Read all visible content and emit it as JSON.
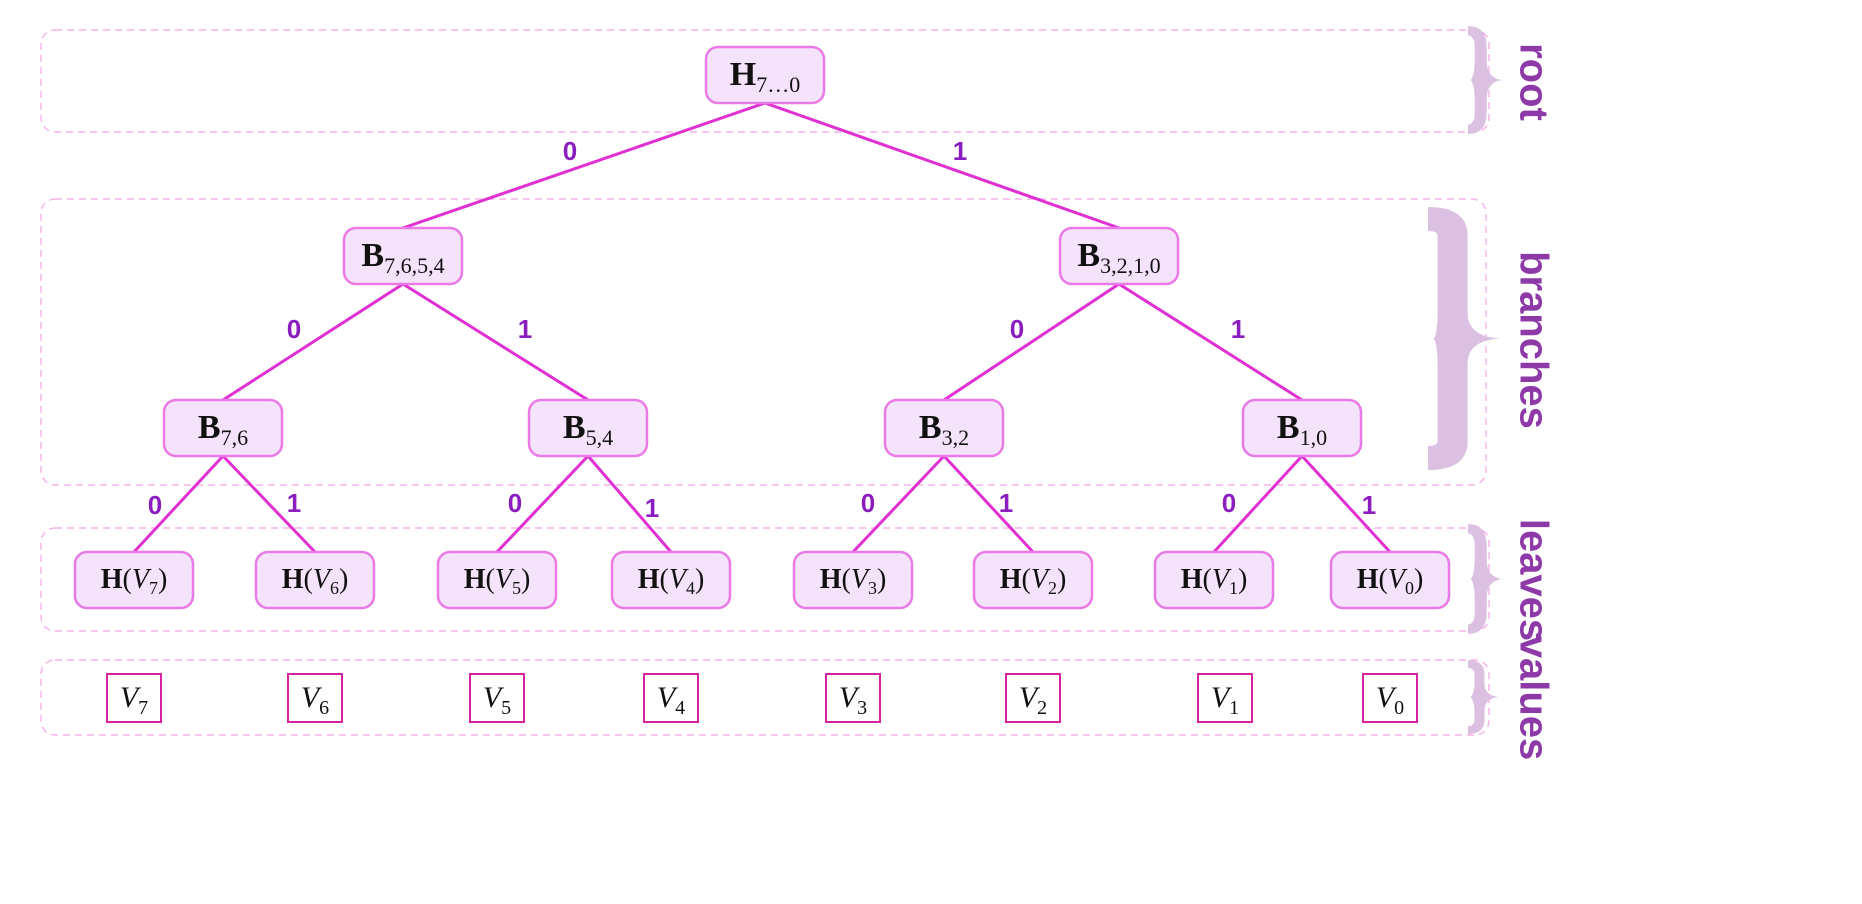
{
  "colors": {
    "node_fill": "#f5e2fb",
    "node_stroke": "#e97ae6",
    "edge": "#e02fd3",
    "edge_label": "#8a1cc0",
    "band_stroke": "#f5b2e8",
    "brace": "#dcc0e2",
    "level_label": "#8d3aa8",
    "value_stroke": "#d6229f"
  },
  "levels": [
    {
      "id": "root",
      "label": "root"
    },
    {
      "id": "branches",
      "label": "branches"
    },
    {
      "id": "leaves",
      "label": "leaves"
    },
    {
      "id": "values",
      "label": "values"
    }
  ],
  "nodes": {
    "root": {
      "kind": "hash",
      "letter": "H",
      "sub": "7…0"
    },
    "b7654": {
      "kind": "hash",
      "letter": "B",
      "sub": "7,6,5,4"
    },
    "b3210": {
      "kind": "hash",
      "letter": "B",
      "sub": "3,2,1,0"
    },
    "b76": {
      "kind": "hash",
      "letter": "B",
      "sub": "7,6"
    },
    "b54": {
      "kind": "hash",
      "letter": "B",
      "sub": "5,4"
    },
    "b32": {
      "kind": "hash",
      "letter": "B",
      "sub": "3,2"
    },
    "b10": {
      "kind": "hash",
      "letter": "B",
      "sub": "1,0"
    },
    "l7": {
      "kind": "leaf",
      "letter": "H",
      "var": "V",
      "sub": "7"
    },
    "l6": {
      "kind": "leaf",
      "letter": "H",
      "var": "V",
      "sub": "6"
    },
    "l5": {
      "kind": "leaf",
      "letter": "H",
      "var": "V",
      "sub": "5"
    },
    "l4": {
      "kind": "leaf",
      "letter": "H",
      "var": "V",
      "sub": "4"
    },
    "l3": {
      "kind": "leaf",
      "letter": "H",
      "var": "V",
      "sub": "3"
    },
    "l2": {
      "kind": "leaf",
      "letter": "H",
      "var": "V",
      "sub": "2"
    },
    "l1": {
      "kind": "leaf",
      "letter": "H",
      "var": "V",
      "sub": "1"
    },
    "l0": {
      "kind": "leaf",
      "letter": "H",
      "var": "V",
      "sub": "0"
    },
    "v7": {
      "kind": "value",
      "var": "V",
      "sub": "7"
    },
    "v6": {
      "kind": "value",
      "var": "V",
      "sub": "6"
    },
    "v5": {
      "kind": "value",
      "var": "V",
      "sub": "5"
    },
    "v4": {
      "kind": "value",
      "var": "V",
      "sub": "4"
    },
    "v3": {
      "kind": "value",
      "var": "V",
      "sub": "3"
    },
    "v2": {
      "kind": "value",
      "var": "V",
      "sub": "2"
    },
    "v1": {
      "kind": "value",
      "var": "V",
      "sub": "1"
    },
    "v0": {
      "kind": "value",
      "var": "V",
      "sub": "0"
    }
  },
  "edges": [
    {
      "from": "root",
      "to": "b7654",
      "label": "0"
    },
    {
      "from": "root",
      "to": "b3210",
      "label": "1"
    },
    {
      "from": "b7654",
      "to": "b76",
      "label": "0"
    },
    {
      "from": "b7654",
      "to": "b54",
      "label": "1"
    },
    {
      "from": "b3210",
      "to": "b32",
      "label": "0"
    },
    {
      "from": "b3210",
      "to": "b10",
      "label": "1"
    },
    {
      "from": "b76",
      "to": "l7",
      "label": "0"
    },
    {
      "from": "b76",
      "to": "l6",
      "label": "1"
    },
    {
      "from": "b54",
      "to": "l5",
      "label": "0"
    },
    {
      "from": "b54",
      "to": "l4",
      "label": "1"
    },
    {
      "from": "b32",
      "to": "l3",
      "label": "0"
    },
    {
      "from": "b32",
      "to": "l2",
      "label": "1"
    },
    {
      "from": "b10",
      "to": "l1",
      "label": "0"
    },
    {
      "from": "b10",
      "to": "l0",
      "label": "1"
    }
  ]
}
